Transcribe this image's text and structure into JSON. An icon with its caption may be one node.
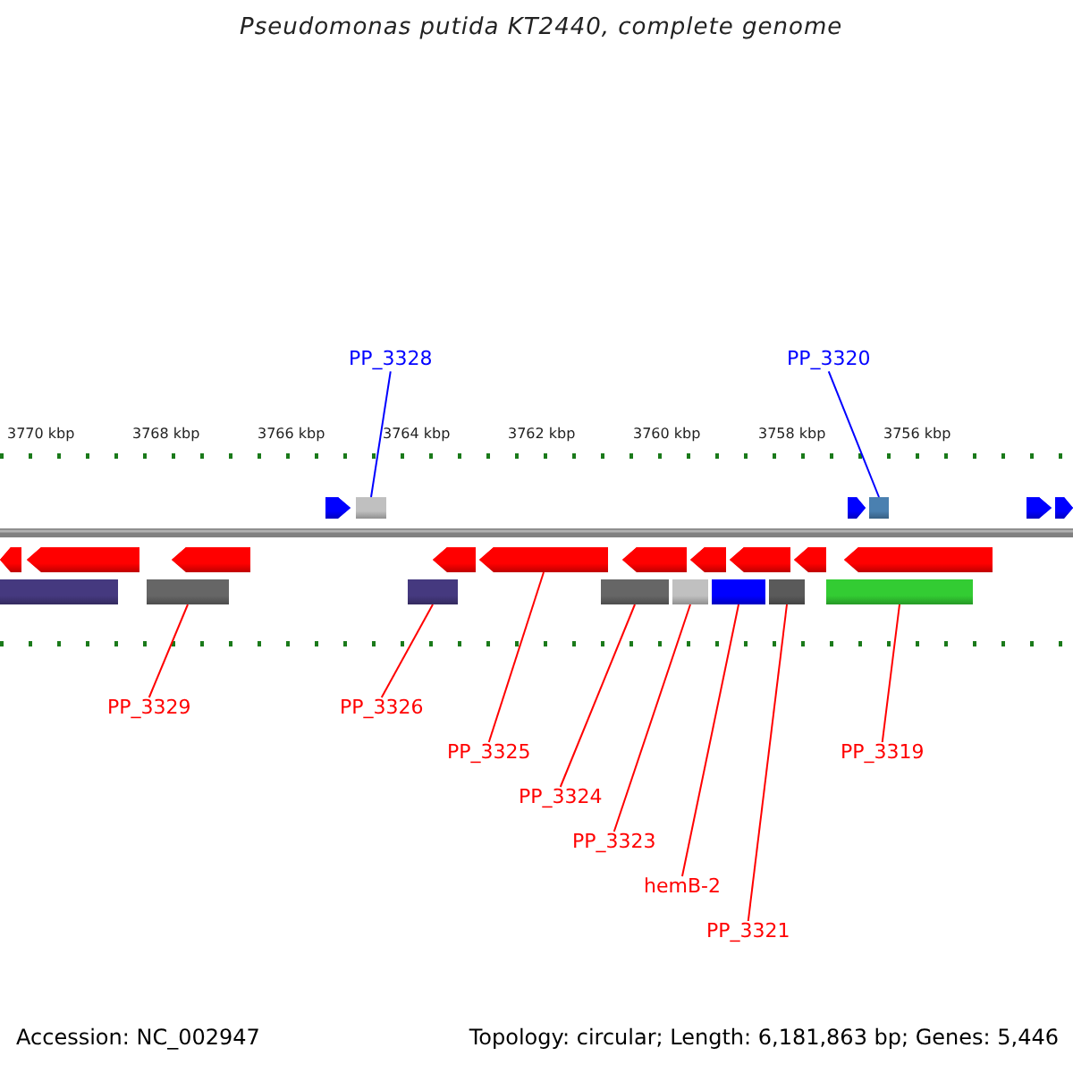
{
  "diagram": {
    "title": "Pseudomonas putida KT2440, complete genome",
    "nodes": [
      {
        "text": [
          "PP_3328"
        ]
      },
      {
        "text": [
          "PP_3329"
        ]
      },
      {
        "text": [
          "PP_3326"
        ]
      },
      {
        "text": [
          "PP_3320"
        ]
      },
      {
        "text": [
          "PP_3325"
        ]
      },
      {
        "text": [
          "PP_3324"
        ]
      },
      {
        "text": [
          "PP_3323"
        ]
      },
      {
        "text": [
          "hemB-2"
        ]
      },
      {
        "text": [
          "PP_3321"
        ]
      },
      {
        "text": [
          "PP_3319"
        ]
      },
      {
        "text": [],
        "shape": "arrow"
      },
      {
        "text": [],
        "shape": "bar"
      },
      {
        "text": [],
        "shape": "arrow"
      },
      {
        "text": [],
        "shape": "bar"
      },
      {
        "text": [],
        "shape": "arrow"
      },
      {
        "text": [],
        "shape": "arrow"
      },
      {
        "text": [],
        "shape": "bar"
      },
      {
        "text": [],
        "shape": "bar"
      },
      {
        "text": [],
        "shape": "arrow"
      },
      {
        "text": [],
        "shape": "arrow"
      },
      {
        "text": [],
        "shape": "bar"
      },
      {
        "text": [],
        "shape": "arrow"
      },
      {
        "text": [],
        "shape": "bar"
      },
      {
        "text": [],
        "shape": "arrow"
      },
      {
        "text": [],
        "shape": "bar"
      },
      {
        "text": [],
        "shape": "arrow"
      },
      {
        "text": [],
        "shape": "bar"
      },
      {
        "text": [],
        "shape": "arrow"
      },
      {
        "text": [],
        "shape": "bar"
      },
      {
        "text": [],
        "shape": "arrow"
      },
      {
        "text": [],
        "shape": "arrow"
      },
      {
        "text": [],
        "shape": "bar"
      },
      {
        "text": [],
        "shape": "arrow"
      },
      {
        "text": [],
        "shape": "arrow"
      }
    ],
    "edges": [
      {
        "from": 1,
        "to": 13,
        "arrow": "none"
      },
      {
        "from": 0,
        "to": 16,
        "arrow": "none",
        "color": "#0000ff"
      },
      {
        "from": 2,
        "to": 17,
        "arrow": "none"
      },
      {
        "from": 4,
        "to": 19,
        "arrow": "none"
      },
      {
        "from": 5,
        "to": 20,
        "arrow": "none"
      },
      {
        "from": 6,
        "to": 22,
        "arrow": "none"
      },
      {
        "from": 7,
        "to": 24,
        "arrow": "none"
      },
      {
        "from": 8,
        "to": 26,
        "arrow": "none"
      },
      {
        "from": 3,
        "to": 31,
        "arrow": "none",
        "color": "#0000ff"
      },
      {
        "from": 9,
        "to": 28,
        "arrow": "none"
      }
    ],
    "labels": [
      "3770 kbp",
      "3768 kbp",
      "3766 kbp",
      "3764 kbp",
      "3762 kbp",
      "3760 kbp",
      "3758 kbp",
      "3756 kbp",
      "Accession: NC_002947",
      "Topology: circular; Length: 6,181,863 bp; Genes: 5,446"
    ]
  }
}
